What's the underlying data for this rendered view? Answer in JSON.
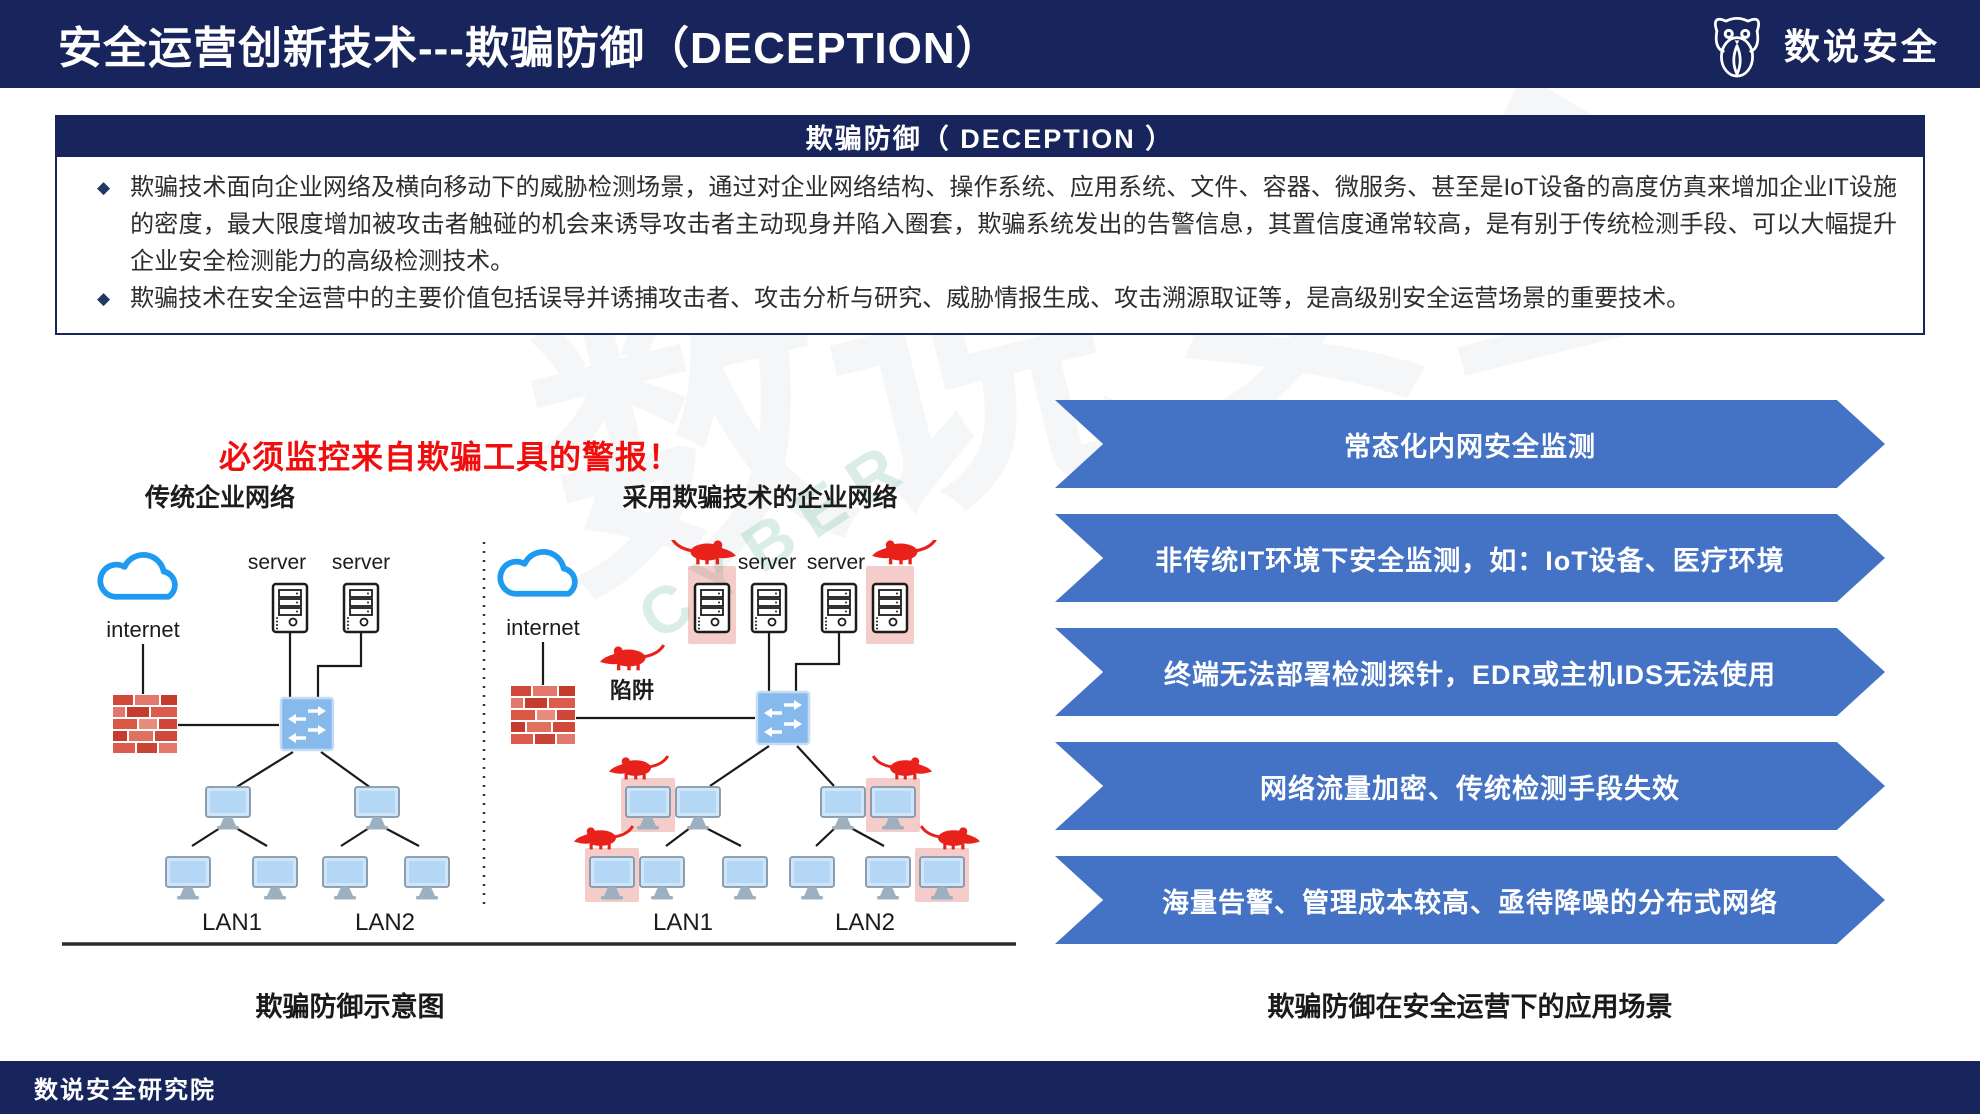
{
  "header": {
    "title": "安全运营创新技术---欺骗防御（DECEPTION）",
    "brand": "数说安全"
  },
  "infobox": {
    "title": "欺骗防御（ DECEPTION ）",
    "bullets": [
      "欺骗技术面向企业网络及横向移动下的威胁检测场景，通过对企业网络结构、操作系统、应用系统、文件、容器、微服务、甚至是IoT设备的高度仿真来增加企业IT设施的密度，最大限度增加被攻击者触碰的机会来诱导攻击者主动现身并陷入圈套，欺骗系统发出的告警信息，其置信度通常较高，是有别于传统检测手段、可以大幅提升企业安全检测能力的高级检测技术。",
      "欺骗技术在安全运营中的主要价值包括误导并诱捕攻击者、攻击分析与研究、威胁情报生成、攻击溯源取证等，是高级别安全运营场景的重要技术。"
    ]
  },
  "left_panel": {
    "alert": "必须监控来自欺骗工具的警报！",
    "title_traditional": "传统企业网络",
    "title_deception": "采用欺骗技术的企业网络",
    "label_internet": "internet",
    "label_server": "server",
    "label_trap": "陷阱",
    "label_lan1": "LAN1",
    "label_lan2": "LAN2",
    "caption": "欺骗防御示意图"
  },
  "right_panel": {
    "scenarios": [
      "常态化内网安全监测",
      "非传统IT环境下安全监测，如：IoT设备、医疗环境",
      "终端无法部署检测探针，EDR或主机IDS无法使用",
      "网络流量加密、传统检测手段失效",
      "海量告警、管理成本较高、亟待降噪的分布式网络"
    ],
    "caption": "欺骗防御在安全运营下的应用场景"
  },
  "watermark": {
    "cn": "数说安全",
    "en": "CYBER"
  },
  "footer": {
    "text": "数说安全研究院"
  },
  "colors": {
    "navy": "#18245c",
    "arrow_blue": "#4472c4",
    "alert_red": "#f20d0d",
    "rat_red": "#e8221a",
    "switch_blue": "#86b9ec",
    "monitor_blue": "#cfe5f9",
    "decoy_pink": "rgba(225,120,115,0.38)"
  }
}
